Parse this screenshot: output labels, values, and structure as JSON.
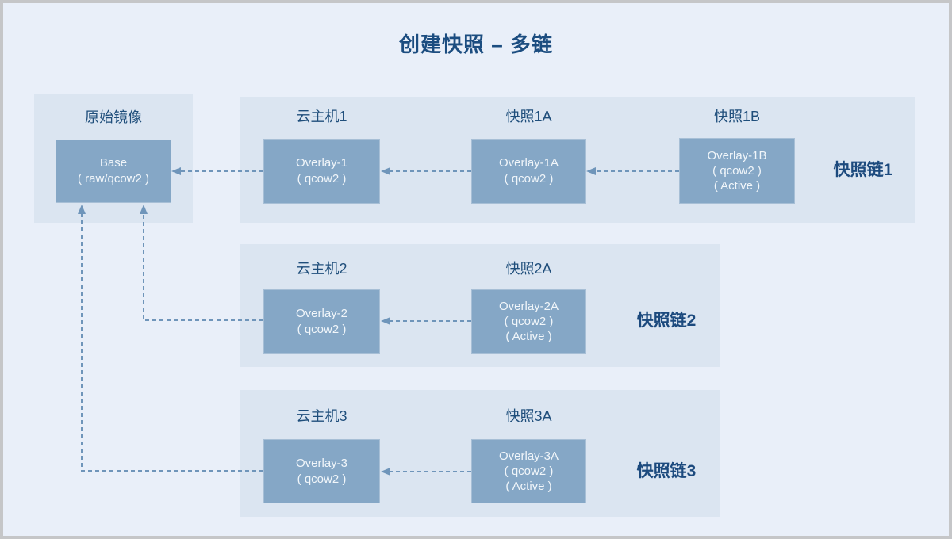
{
  "title": "创建快照 – 多链",
  "colors": {
    "page_background": "#e9eff9",
    "panel_background": "#dbe5f1",
    "node_fill": "#85a7c6",
    "node_text": "#f1f6fa",
    "heading_text": "#1c4d80",
    "dashed_line": "#6f95ba",
    "outer_frame": "#c5c6c8"
  },
  "base_panel": {
    "label": "原始镜像",
    "box_lines": [
      "Base",
      "( raw/qcow2 )"
    ]
  },
  "chains": [
    {
      "name": "快照链1",
      "columns": [
        {
          "header": "云主机1",
          "box_lines": [
            "Overlay-1",
            "( qcow2 )"
          ]
        },
        {
          "header": "快照1A",
          "box_lines": [
            "Overlay-1A",
            "( qcow2 )"
          ]
        },
        {
          "header": "快照1B",
          "box_lines": [
            "Overlay-1B",
            "( qcow2 )",
            "( Active )"
          ]
        }
      ]
    },
    {
      "name": "快照链2",
      "columns": [
        {
          "header": "云主机2",
          "box_lines": [
            "Overlay-2",
            "( qcow2 )"
          ]
        },
        {
          "header": "快照2A",
          "box_lines": [
            "Overlay-2A",
            "( qcow2 )",
            "( Active )"
          ]
        }
      ]
    },
    {
      "name": "快照链3",
      "columns": [
        {
          "header": "云主机3",
          "box_lines": [
            "Overlay-3",
            "( qcow2 )"
          ]
        },
        {
          "header": "快照3A",
          "box_lines": [
            "Overlay-3A",
            "( qcow2 )",
            "( Active )"
          ]
        }
      ]
    }
  ]
}
